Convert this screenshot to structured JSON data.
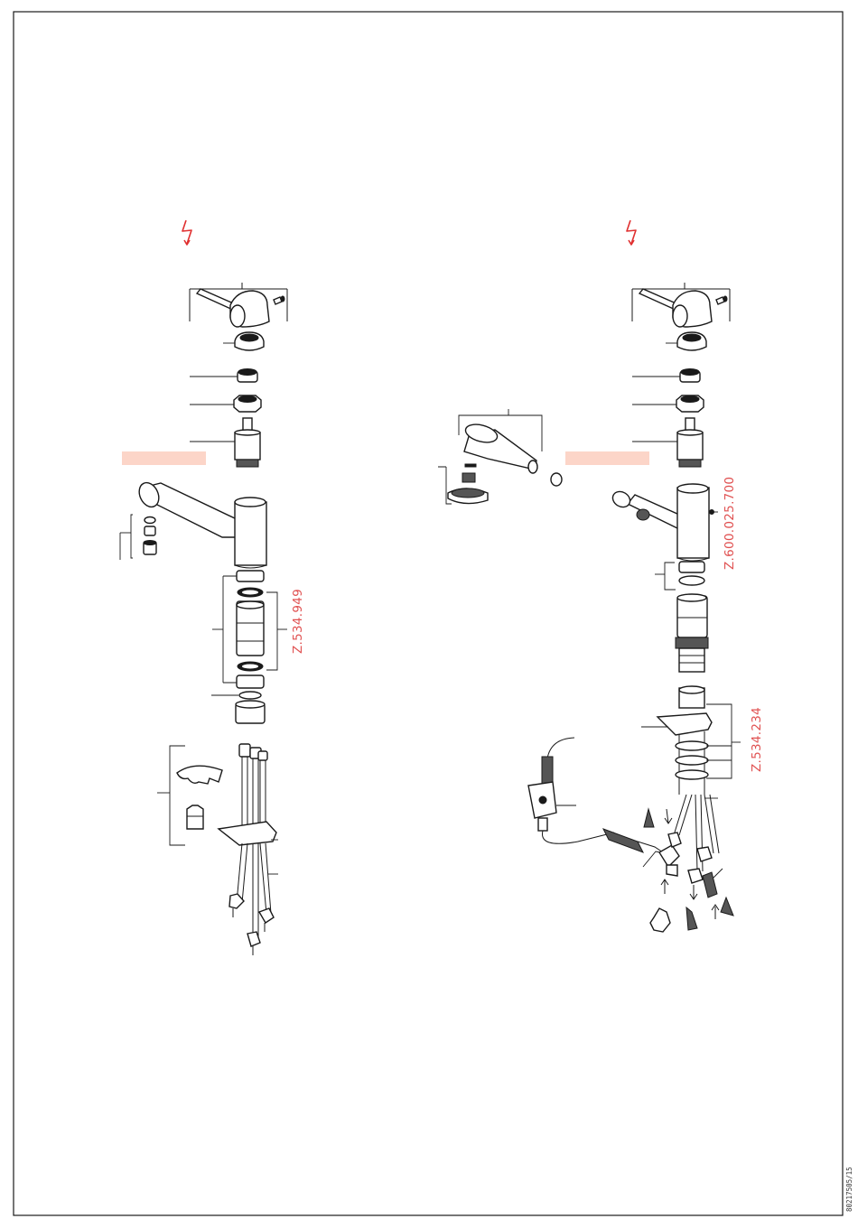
{
  "colors": {
    "accent": "#e05050",
    "highlight": "#fcd5c8",
    "line": "#1a1a1a"
  },
  "icons": [
    "lightning-warning-icon"
  ],
  "left_assembly": {
    "part_codes": {
      "cartridge_set": "Z.534.949"
    }
  },
  "right_assembly": {
    "part_codes": {
      "spout_set": "Z.600.025.700",
      "hose_set": "Z.534.234"
    }
  },
  "footer": {
    "doc_number": "80217505/15"
  }
}
